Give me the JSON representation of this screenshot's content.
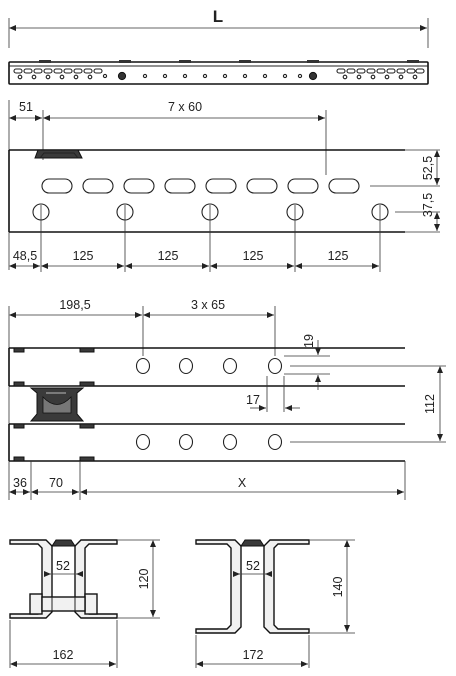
{
  "labels": {
    "length": "L",
    "first_offset_top": "51",
    "slot_spacing": "7 x 60",
    "height_upper": "52,5",
    "height_lower": "37,5",
    "start_hole": "48,5",
    "hole_pitch_1": "125",
    "hole_pitch_2": "125",
    "hole_pitch_3": "125",
    "hole_pitch_4": "125",
    "side_first": "198,5",
    "side_spacing": "3 x 65",
    "side_hole_dia": "19",
    "side_hole_dia2": "17",
    "side_gap": "112",
    "side_offset_1": "36",
    "side_offset_2": "70",
    "side_length": "X",
    "sec1_inner": "52",
    "sec1_height": "120",
    "sec1_width": "162",
    "sec2_inner": "52",
    "sec2_height": "140",
    "sec2_width": "172"
  }
}
